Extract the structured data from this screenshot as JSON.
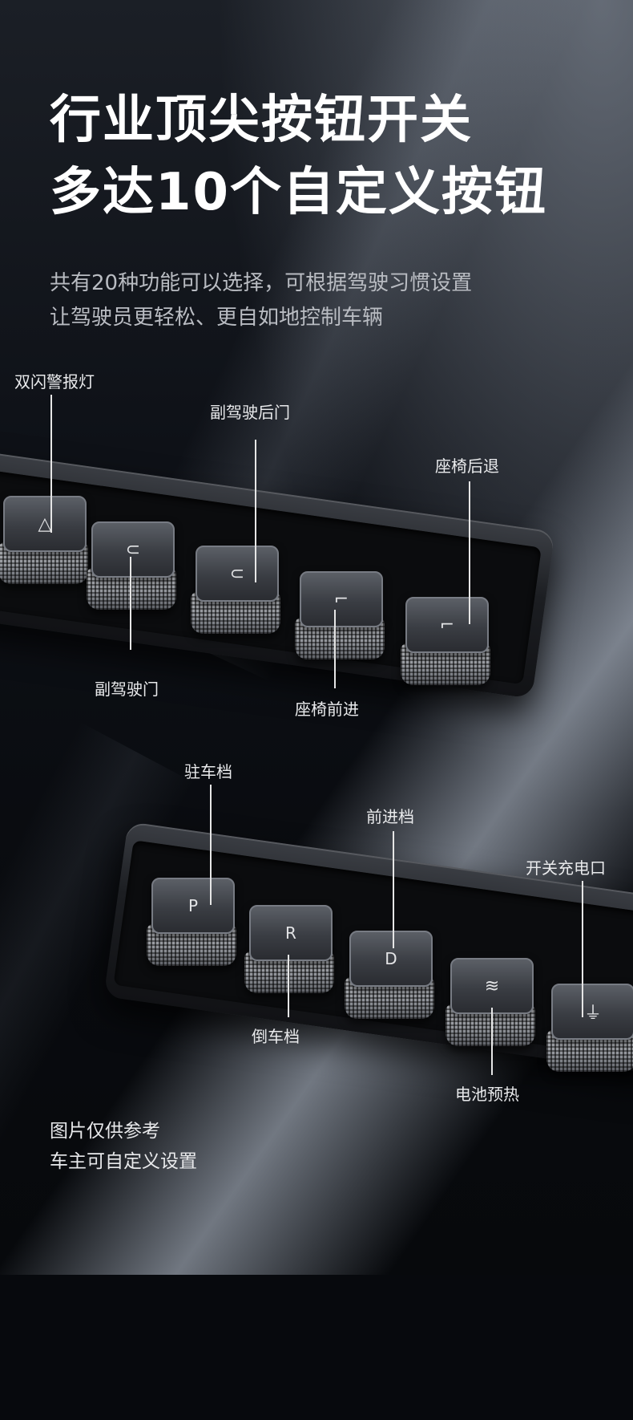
{
  "headline": {
    "line1": "行业顶尖按钮开关",
    "line2": "多达10个自定义按钮"
  },
  "subtitle": {
    "line1": "共有20种功能可以选择，可根据驾驶习惯设置",
    "line2": "让驾驶员更轻松、更自如地控制车辆"
  },
  "upper_bar": {
    "labels": {
      "hazard_lights": "双闪警报灯",
      "passenger_rear_door": "副驾驶后门",
      "seat_back": "座椅后退",
      "passenger_door": "副驾驶门",
      "seat_forward": "座椅前进"
    },
    "keys": [
      {
        "icon": "warning-triangle-icon",
        "glyph": "△"
      },
      {
        "icon": "door-icon",
        "glyph": "⊂"
      },
      {
        "icon": "rear-door-icon",
        "glyph": "⊂"
      },
      {
        "icon": "seat-forward-icon",
        "glyph": "⌐"
      },
      {
        "icon": "seat-back-icon",
        "glyph": "⌐"
      }
    ]
  },
  "lower_bar": {
    "labels": {
      "park": "驻车档",
      "drive": "前进档",
      "charge_port": "开关充电口",
      "reverse": "倒车档",
      "battery_preheat": "电池预热"
    },
    "keys": [
      {
        "icon": "park-letter",
        "glyph": "P"
      },
      {
        "icon": "reverse-letter",
        "glyph": "R"
      },
      {
        "icon": "drive-letter",
        "glyph": "D"
      },
      {
        "icon": "battery-heat-icon",
        "glyph": "≋"
      },
      {
        "icon": "charge-plug-icon",
        "glyph": "⏚"
      }
    ]
  },
  "footnote": {
    "line1": "图片仅供参考",
    "line2": "车主可自定义设置"
  }
}
